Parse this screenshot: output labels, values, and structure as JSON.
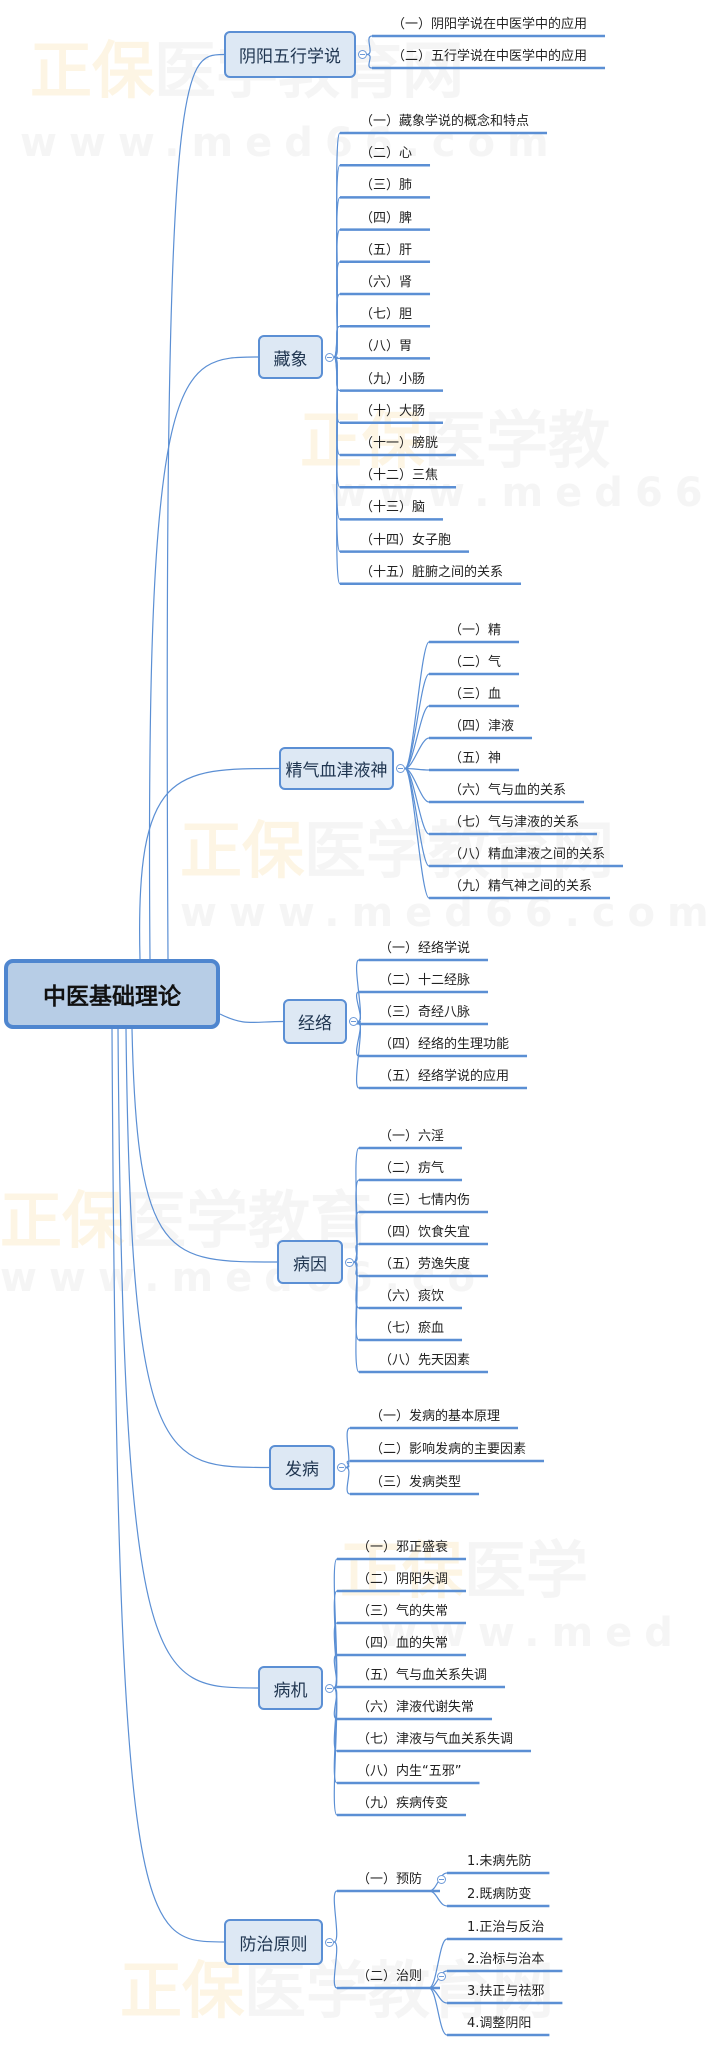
{
  "watermark": {
    "brand": "正保医学教育网",
    "url": "www.med66.com"
  },
  "root": {
    "label": "中医基础理论"
  },
  "branches": [
    {
      "label": "阴阳五行学说",
      "children": [
        {
          "label": "（一）阴阳学说在中医学中的应用"
        },
        {
          "label": "（二）五行学说在中医学中的应用"
        }
      ]
    },
    {
      "label": "藏象",
      "children": [
        {
          "label": "（一）藏象学说的概念和特点"
        },
        {
          "label": "（二）心"
        },
        {
          "label": "（三）肺"
        },
        {
          "label": "（四）脾"
        },
        {
          "label": "（五）肝"
        },
        {
          "label": "（六）肾"
        },
        {
          "label": "（七）胆"
        },
        {
          "label": "（八）胃"
        },
        {
          "label": "（九）小肠"
        },
        {
          "label": "（十）大肠"
        },
        {
          "label": "（十一）膀胱"
        },
        {
          "label": "（十二）三焦"
        },
        {
          "label": "（十三）脑"
        },
        {
          "label": "（十四）女子胞"
        },
        {
          "label": "（十五）脏腑之间的关系"
        }
      ]
    },
    {
      "label": "精气血津液神",
      "children": [
        {
          "label": "（一）精"
        },
        {
          "label": "（二）气"
        },
        {
          "label": "（三）血"
        },
        {
          "label": "（四）津液"
        },
        {
          "label": "（五）神"
        },
        {
          "label": "（六）气与血的关系"
        },
        {
          "label": "（七）气与津液的关系"
        },
        {
          "label": "（八）精血津液之间的关系"
        },
        {
          "label": "（九）精气神之间的关系"
        }
      ]
    },
    {
      "label": "经络",
      "children": [
        {
          "label": "（一）经络学说"
        },
        {
          "label": "（二）十二经脉"
        },
        {
          "label": "（三）奇经八脉"
        },
        {
          "label": "（四）经络的生理功能"
        },
        {
          "label": "（五）经络学说的应用"
        }
      ]
    },
    {
      "label": "病因",
      "children": [
        {
          "label": "（一）六淫"
        },
        {
          "label": "（二）疠气"
        },
        {
          "label": "（三）七情内伤"
        },
        {
          "label": "（四）饮食失宜"
        },
        {
          "label": "（五）劳逸失度"
        },
        {
          "label": "（六）痰饮"
        },
        {
          "label": "（七）瘀血"
        },
        {
          "label": "（八）先天因素"
        }
      ]
    },
    {
      "label": "发病",
      "children": [
        {
          "label": "（一）发病的基本原理"
        },
        {
          "label": "（二）影响发病的主要因素"
        },
        {
          "label": "（三）发病类型"
        }
      ]
    },
    {
      "label": "病机",
      "children": [
        {
          "label": "（一）邪正盛衰"
        },
        {
          "label": "（二）阴阳失调"
        },
        {
          "label": "（三）气的失常"
        },
        {
          "label": "（四）血的失常"
        },
        {
          "label": "（五）气与血关系失调"
        },
        {
          "label": "（六）津液代谢失常"
        },
        {
          "label": "（七）津液与气血关系失调"
        },
        {
          "label": "（八）内生“五邪”"
        },
        {
          "label": "（九）疾病传变"
        }
      ]
    },
    {
      "label": "防治原则",
      "children": [
        {
          "label": "（一）预防",
          "children": [
            {
              "label": "1.未病先防"
            },
            {
              "label": "2.既病防变"
            }
          ]
        },
        {
          "label": "（二）治则",
          "children": [
            {
              "label": "1.正治与反治"
            },
            {
              "label": "2.治标与治本"
            },
            {
              "label": "3.扶正与祛邪"
            },
            {
              "label": "4.调整阴阳"
            }
          ]
        }
      ]
    }
  ]
}
